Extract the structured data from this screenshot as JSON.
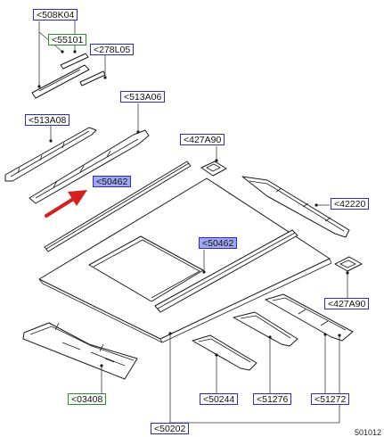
{
  "callouts": [
    {
      "id": "508K04",
      "text": "<508K04",
      "style": "blue"
    },
    {
      "id": "55101",
      "text": "<55101",
      "style": "green"
    },
    {
      "id": "278L05",
      "text": "<278L05",
      "style": "blue"
    },
    {
      "id": "513A06",
      "text": "<513A06",
      "style": "blue"
    },
    {
      "id": "513A08",
      "text": "<513A08",
      "style": "blue"
    },
    {
      "id": "427A90_top",
      "text": "<427A90",
      "style": "blue"
    },
    {
      "id": "50462_left",
      "text": "<50462",
      "style": "filled"
    },
    {
      "id": "42220",
      "text": "<42220",
      "style": "blue"
    },
    {
      "id": "50462_right",
      "text": "<50462",
      "style": "filled"
    },
    {
      "id": "427A90_right",
      "text": "<427A90",
      "style": "blue"
    },
    {
      "id": "03408",
      "text": "<03408",
      "style": "green"
    },
    {
      "id": "50244",
      "text": "<50244",
      "style": "blue"
    },
    {
      "id": "51276",
      "text": "<51276",
      "style": "blue"
    },
    {
      "id": "51272",
      "text": "<51272",
      "style": "blue"
    },
    {
      "id": "50202",
      "text": "<50202",
      "style": "blue"
    }
  ],
  "document_number": "501012",
  "colors": {
    "callout_border_blue": "#2a2ad6",
    "callout_border_green": "#2e8b2e",
    "callout_fill_highlight": "#9fa8f0",
    "arrow": "#d42020",
    "line_art": "#1a1a1a"
  }
}
